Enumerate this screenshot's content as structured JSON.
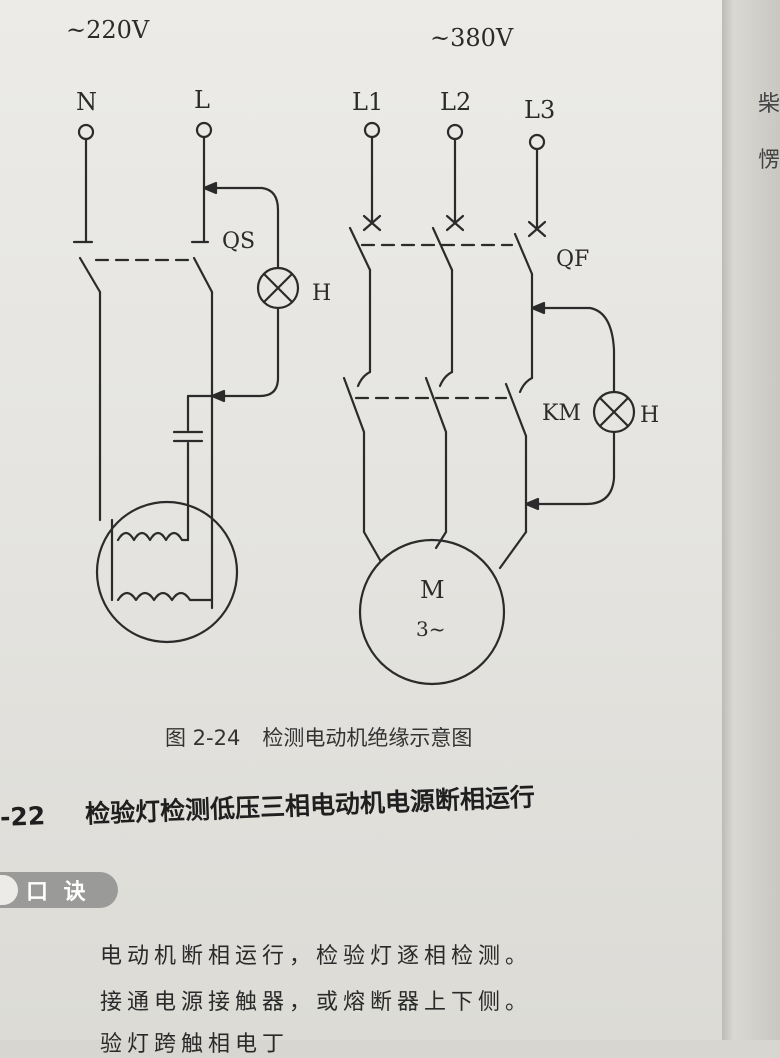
{
  "diagram": {
    "left": {
      "voltage": "~220V",
      "terminals": [
        "N",
        "L"
      ],
      "switch_label": "QS",
      "lamp_label": "H"
    },
    "right": {
      "voltage": "~380V",
      "terminals": [
        "L1",
        "L2",
        "L3"
      ],
      "breaker_label": "QF",
      "contactor_label": "KM",
      "lamp_label": "H",
      "motor_label": "M",
      "motor_phase": "3~"
    }
  },
  "caption": {
    "number": "图 2-24",
    "title": "检测电动机绝缘示意图"
  },
  "section": {
    "number": "-22",
    "title": "检验灯检测低压三相电动机电源断相运行"
  },
  "tag_label": "口 诀",
  "verse_lines": [
    "电动机断相运行，检验灯逐相检测。",
    "接通电源接触器，或熔断器上下侧。",
    "验灯跨触相电丁"
  ],
  "side_chars": [
    "柴",
    "愣"
  ]
}
